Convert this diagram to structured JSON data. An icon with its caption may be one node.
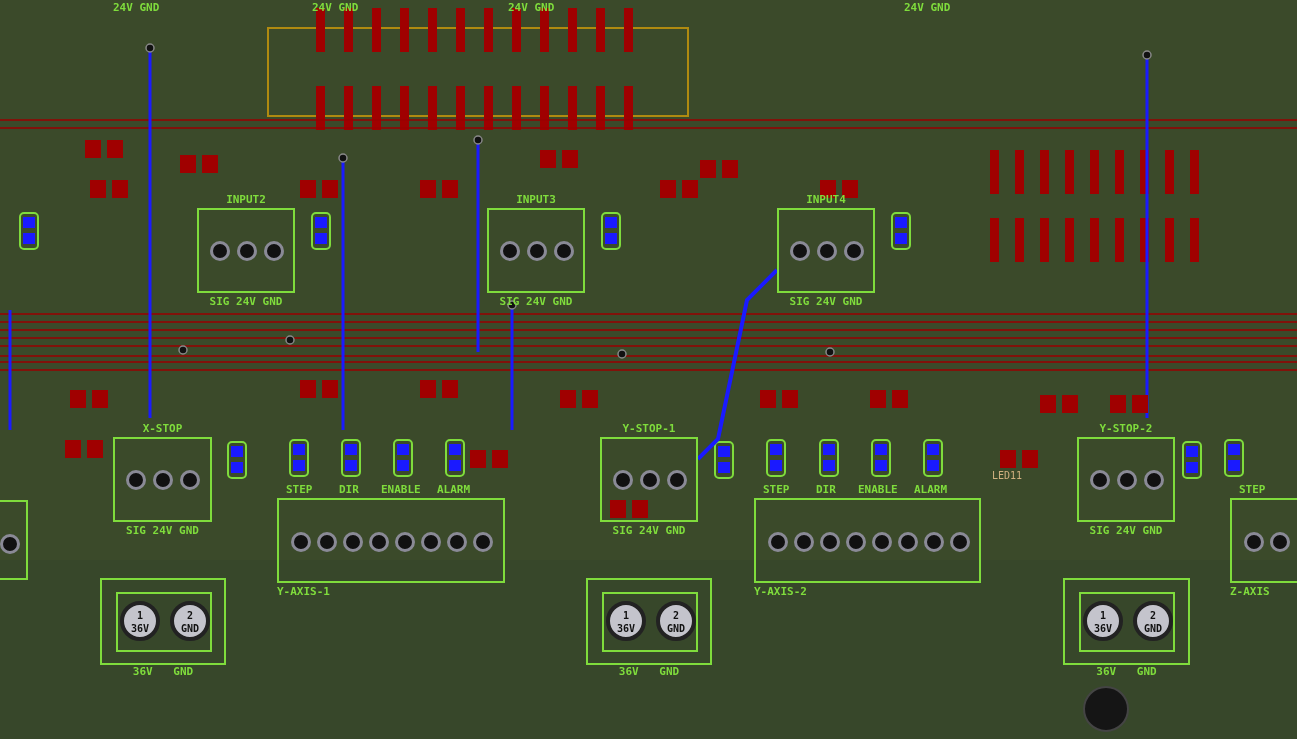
{
  "diagram": {
    "nodes": [
      {
        "text": [
          "INPUT2",
          "SIG 24V GND"
        ]
      },
      {
        "text": [
          "INPUT3",
          "SIG 24V GND"
        ]
      },
      {
        "text": [
          "INPUT4",
          "SIG 24V GND"
        ]
      },
      {
        "text": [],
        "shape": "box"
      },
      {
        "text": [
          "X-STOP",
          "SIG 24V GND"
        ]
      },
      {
        "text": [
          "Y-AXIS-1"
        ],
        "beside": [
          "STEP",
          "DIR",
          "ENABLE",
          "ALARM"
        ]
      },
      {
        "text": [
          "Y-STOP-1",
          "SIG 24V GND"
        ]
      },
      {
        "text": [
          "Y-AXIS-2"
        ],
        "beside": [
          "STEP",
          "DIR",
          "ENABLE",
          "ALARM"
        ]
      },
      {
        "text": [
          "Y-STOP-2",
          "SIG 24V GND"
        ]
      },
      {
        "text": [
          "Z-AXIS"
        ],
        "beside": [
          "STEP"
        ]
      },
      {
        "text": [
          "1 36V",
          "2 GND",
          "36V GND"
        ]
      },
      {
        "text": [
          "1 36V",
          "2 GND",
          "36V GND"
        ]
      },
      {
        "text": [
          "1 36V",
          "2 GND",
          "36V GND"
        ]
      }
    ],
    "edges": [
      {
        "from": 2,
        "to": 6,
        "arrow": "none"
      }
    ],
    "labels": [
      "24V GND",
      "24V GND",
      "24V GND",
      "24V GND",
      "LED11"
    ]
  }
}
